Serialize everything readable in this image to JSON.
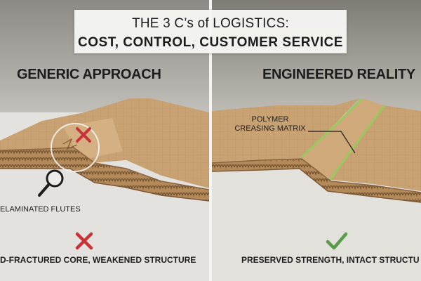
{
  "title": {
    "line1": "THE 3 C’s of LOGISTICS:",
    "line2": "COST, CONTROL, CUSTOMER SERVICE"
  },
  "left_panel": {
    "heading": "GENERIC APPROACH",
    "callout": "ELAMINATED FLUTES",
    "caption": "D-FRACTURED CORE, WEAKENED STRUCTURE",
    "status_icon": "red-x-icon",
    "marker_icon": "red-x-icon",
    "callout_icon": "magnifier-icon"
  },
  "right_panel": {
    "heading": "ENGINEERED REALITY",
    "callout_line1": "POLYMER",
    "callout_line2": "CREASING MATRIX",
    "caption": "PRESERVED STRENGTH, INTACT STRUCTU",
    "status_icon": "green-check-icon"
  },
  "colors": {
    "cardboard": "#c9a273",
    "cardboard_dark": "#a77c4d",
    "fail_red": "#c93236",
    "pass_green": "#5b9a4a",
    "polymer_green": "#8fcf5a"
  }
}
